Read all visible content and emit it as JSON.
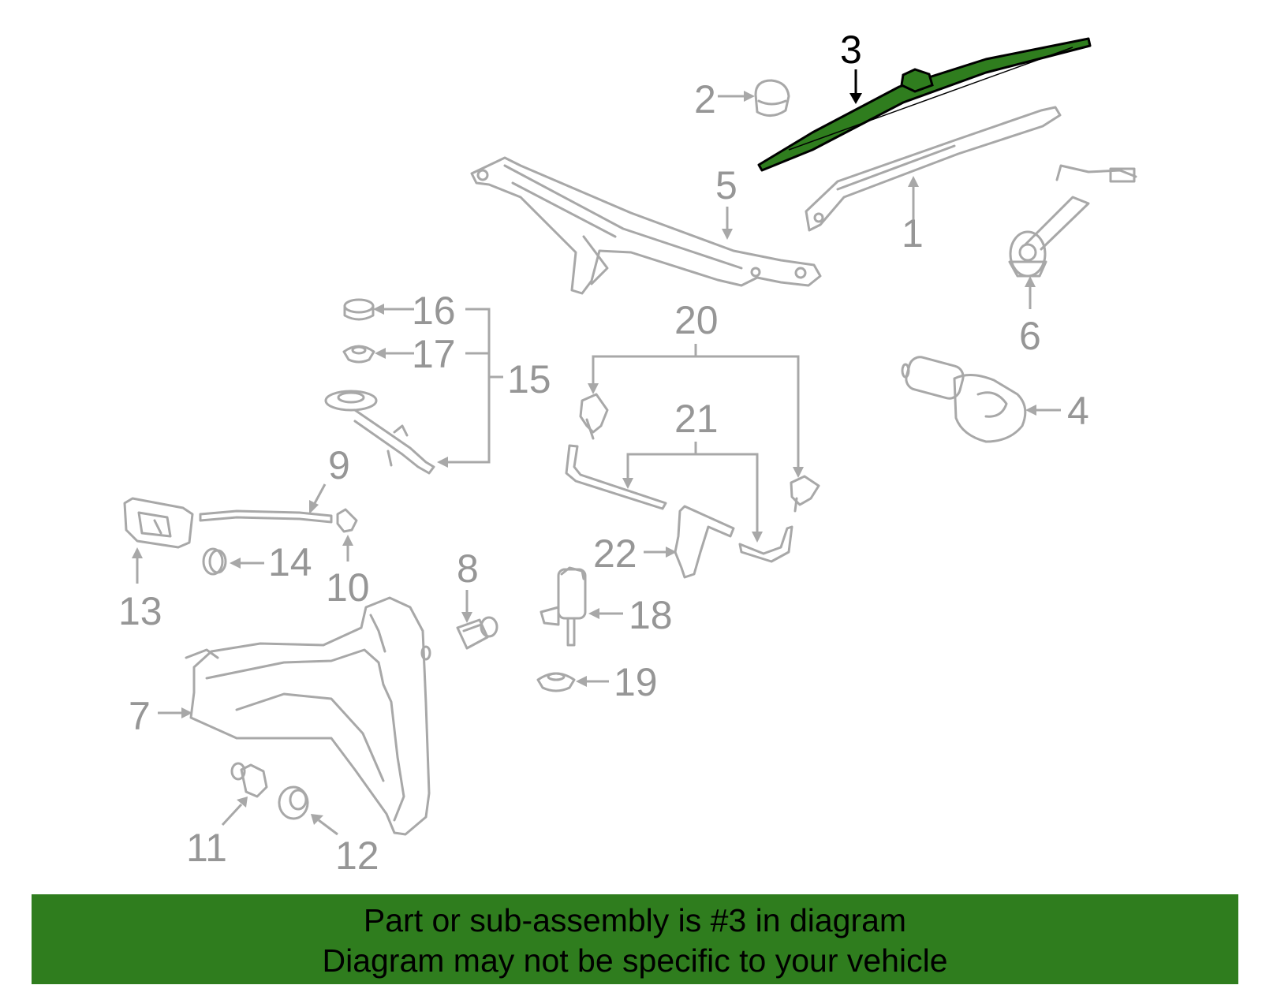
{
  "diagram": {
    "highlighted_part": "3",
    "highlight_color": "#2f7d1e",
    "callouts": {
      "p1": "1",
      "p2": "2",
      "p3": "3",
      "p4": "4",
      "p5": "5",
      "p6": "6",
      "p7": "7",
      "p8": "8",
      "p9": "9",
      "p10": "10",
      "p11": "11",
      "p12": "12",
      "p13": "13",
      "p14": "14",
      "p15": "15",
      "p16": "16",
      "p17": "17",
      "p18": "18",
      "p19": "19",
      "p20": "20",
      "p21": "21",
      "p22": "22"
    }
  },
  "banner": {
    "line1": "Part or sub-assembly is #3 in diagram",
    "line2": "Diagram may not be specific to your vehicle",
    "background_color": "#2f7d1e"
  }
}
